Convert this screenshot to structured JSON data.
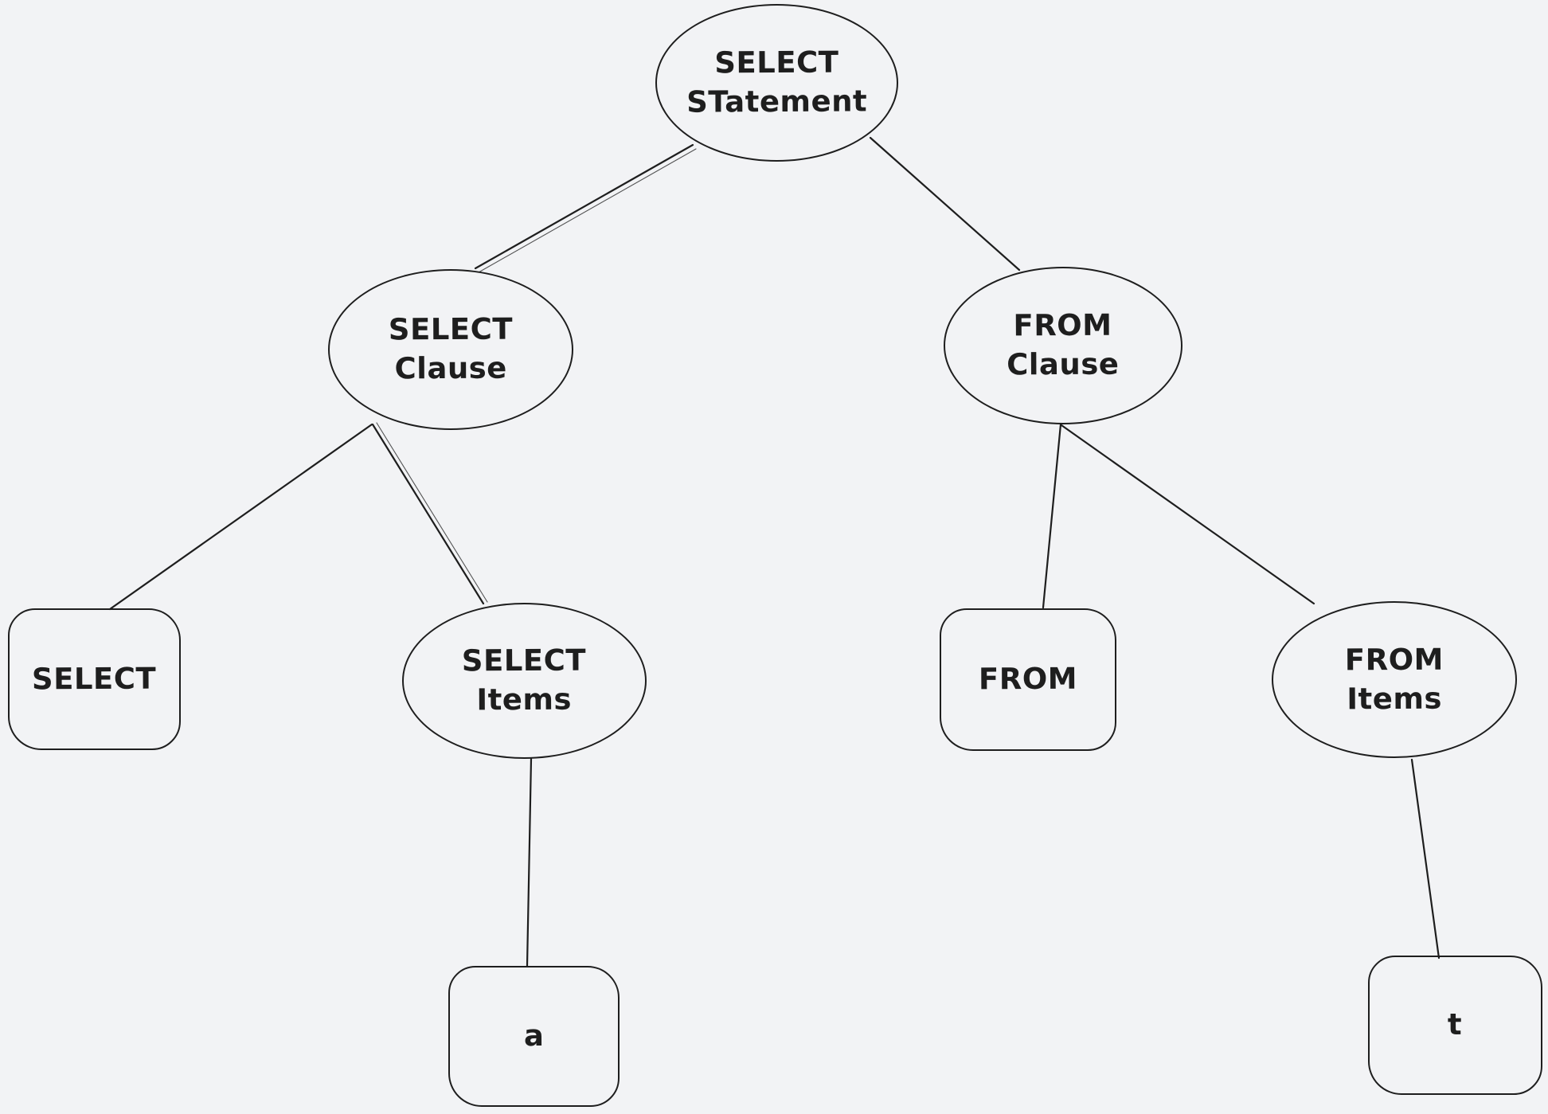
{
  "canvas": {
    "background_color": "#f2f3f5",
    "stroke_color": "#1e1e1e"
  },
  "nodes": {
    "select_statement": {
      "label": "SELECT\nSTatement",
      "shape": "ellipse"
    },
    "select_clause": {
      "label": "SELECT\nClause",
      "shape": "ellipse"
    },
    "from_clause": {
      "label": "FROM\nClause",
      "shape": "ellipse"
    },
    "select_keyword": {
      "label": "SELECT",
      "shape": "rounded-rect"
    },
    "select_items": {
      "label": "SELECT\nItems",
      "shape": "ellipse"
    },
    "from_keyword": {
      "label": "FROM",
      "shape": "rounded-rect"
    },
    "from_items": {
      "label": "FROM\nItems",
      "shape": "ellipse"
    },
    "item_a": {
      "label": "a",
      "shape": "rounded-rect"
    },
    "item_t": {
      "label": "t",
      "shape": "rounded-rect"
    }
  },
  "edges": [
    {
      "from": "select_statement",
      "to": "select_clause"
    },
    {
      "from": "select_statement",
      "to": "from_clause"
    },
    {
      "from": "select_clause",
      "to": "select_keyword"
    },
    {
      "from": "select_clause",
      "to": "select_items"
    },
    {
      "from": "from_clause",
      "to": "from_keyword"
    },
    {
      "from": "from_clause",
      "to": "from_items"
    },
    {
      "from": "select_items",
      "to": "item_a"
    },
    {
      "from": "from_items",
      "to": "item_t"
    }
  ]
}
